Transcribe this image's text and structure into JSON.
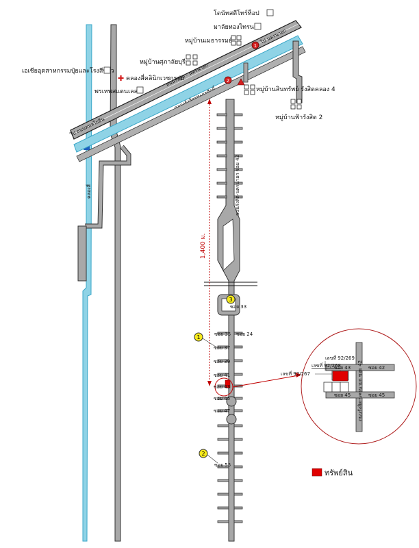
{
  "colors": {
    "canal": "#8fd3e6",
    "canal_edge": "#3aa7c8",
    "road": "#9a9a9a",
    "road_edge": "#2a2a2a",
    "property": "#e00000",
    "marker_fill": "#f5e91c",
    "distance_line": "#c00000",
    "poi_red": "#d42020"
  },
  "landmarks": {
    "donut": "โดนัทสตีโทร์ท็อป",
    "wedding": "มาลัยทองไทรนา",
    "village_tharamai": "หมู่บ้านเมธารรมย์",
    "village_sakul": "หมู่บ้านศุภาลัยบุรี",
    "asia_factory": "เอเชียอุตสาหกรรมปุ๋ยและโรงสีข้าว",
    "clinic": "คลองสี่คลินิกเวชกรรม",
    "prathep": "พรเทพสแตนเลส",
    "village_sinsap": "หมู่บ้านสินทรัพย์ รังสิตคลอง 4",
    "village_fahrangsit": "หมู่บ้านฟ้ารังสิต 2"
  },
  "roads": {
    "main_road": "ถนนรังสิต - นครนายก",
    "canal_name": "คลองรังสิตประยูรศักดิ์",
    "left_road": "ไป ถนนพหลโยธิน",
    "right_road": "ไป นครนายก",
    "canal_4": "คลองสี่",
    "soi_road": "ถนนรังสิต-นครนายก ซอย 42"
  },
  "distance": "1,400 ม.",
  "sois": {
    "s33": "ซอย 33",
    "s35": "ซอย 35",
    "s24": "ซอย 24",
    "s37": "ซอย 37",
    "s39": "ซอย 39",
    "s41": "ซอย 41",
    "s43": "ซอย 43",
    "s45": "ซอย 45",
    "s47": "ซอย 47",
    "s55": "ซอย 55"
  },
  "markers": {
    "m1": "1",
    "m2": "2",
    "m3": "3"
  },
  "poi_markers": {
    "p1": "1",
    "p2": "2"
  },
  "inset": {
    "plot_a": "เลขที่ 92/269",
    "plot_b": "เลขที่ 92/268",
    "plot_c": "เลขที่ 92/267",
    "soi_43": "ซอย 43",
    "soi_42": "ซอย 42",
    "soi_45_left": "ซอย 45",
    "soi_45_right": "ซอย 45",
    "vertical_road": "ถนนรังสิต-นครนายก ซอย 42"
  },
  "legend": {
    "label": "ทรัพย์สิน"
  }
}
